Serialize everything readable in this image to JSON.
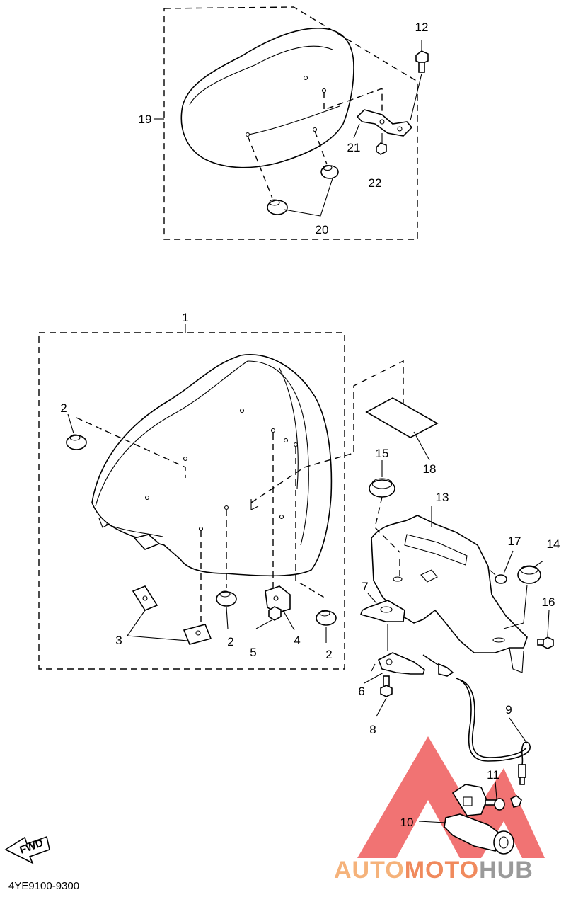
{
  "callouts": {
    "c1": "1",
    "c2a": "2",
    "c2b": "2",
    "c2c": "2",
    "c3": "3",
    "c4": "4",
    "c5": "5",
    "c6": "6",
    "c7": "7",
    "c8": "8",
    "c9": "9",
    "c10": "10",
    "c11": "11",
    "c12": "12",
    "c13": "13",
    "c14": "14",
    "c15": "15",
    "c16": "16",
    "c17": "17",
    "c18": "18",
    "c19": "19",
    "c20": "20",
    "c21": "21",
    "c22": "22"
  },
  "direction_arrow": "FWD",
  "diagram_code": "4YE9100-9300",
  "watermark": {
    "part1": "AUTO",
    "part2": "MOTO",
    "part3": "HUB"
  },
  "colors": {
    "watermark_orange": "#f5b27a",
    "watermark_red": "#ee5a5a",
    "watermark_gray": "#9a9a9a",
    "line": "#000000"
  }
}
